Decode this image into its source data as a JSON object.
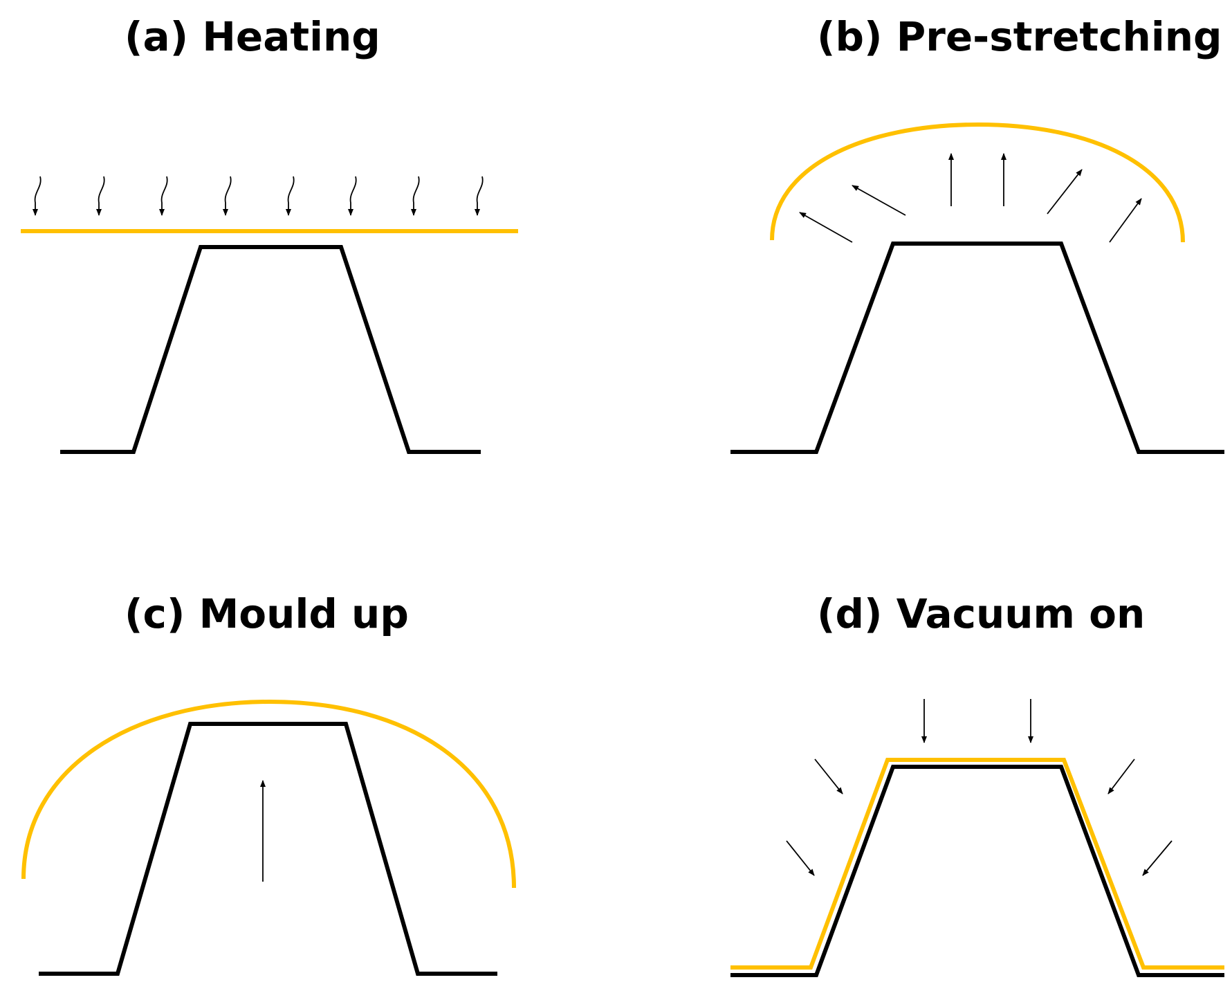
{
  "colors": {
    "sheet": "#FFC000",
    "mould": "#000000",
    "arrow": "#000000",
    "background": "#FFFFFF"
  },
  "panels": {
    "a": {
      "title": "(a) Heating"
    },
    "b": {
      "title": "(b) Pre-stretching"
    },
    "c": {
      "title": "(c) Mould up"
    },
    "d": {
      "title": "(d) Vacuum on"
    }
  }
}
